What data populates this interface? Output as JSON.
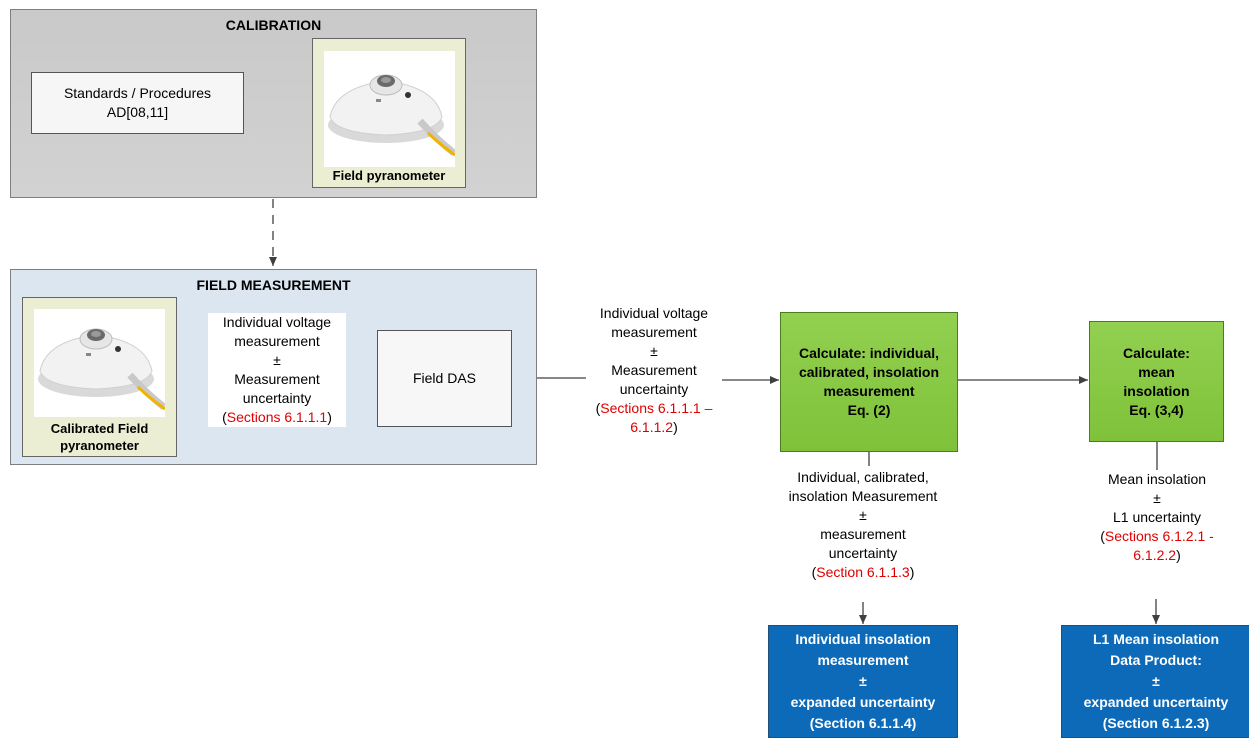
{
  "calibration": {
    "title": "CALIBRATION",
    "standards_line1": "Standards / Procedures",
    "standards_line2": "AD[08,11]",
    "pyranometer_caption": "Field pyranometer"
  },
  "field": {
    "title": "FIELD MEASUREMENT",
    "pyranometer_caption_line1": "Calibrated Field",
    "pyranometer_caption_line2": "pyranometer",
    "voltage_lines": [
      "Individual voltage",
      "measurement",
      "±",
      "Measurement",
      "uncertainty"
    ],
    "voltage_ref_open": "(",
    "voltage_ref": "Sections 6.1.1.1",
    "voltage_ref_close": ")",
    "das_label": "Field DAS"
  },
  "das_output": {
    "lines": [
      "Individual voltage",
      "measurement",
      "±",
      "Measurement",
      "uncertainty"
    ],
    "ref_open": "(",
    "ref_line1": "Sections 6.1.1.1 –",
    "ref_line2": "6.1.1.2",
    "ref_close": ")"
  },
  "calc_individual": {
    "lines": [
      "Calculate: individual,",
      "calibrated, insolation",
      "measurement",
      "Eq. (2)"
    ]
  },
  "calc_mean": {
    "lines": [
      "Calculate:",
      "mean",
      "insolation",
      "Eq. (3,4)"
    ]
  },
  "individual_output": {
    "lines": [
      "Individual, calibrated,",
      "insolation Measurement",
      "±",
      "measurement",
      "uncertainty"
    ],
    "ref_open": "(",
    "ref": "Section 6.1.1.3",
    "ref_close": ")"
  },
  "mean_output": {
    "lines": [
      "Mean insolation",
      "±",
      "L1  uncertainty"
    ],
    "ref_open": "(",
    "ref_line1": "Sections 6.1.2.1 -",
    "ref_line2": "6.1.2.2",
    "ref_close": ")"
  },
  "product_individual": {
    "lines": [
      "Individual insolation",
      "measurement",
      "±",
      "expanded uncertainty",
      "(Section 6.1.1.4)"
    ]
  },
  "product_mean": {
    "lines": [
      "L1 Mean insolation",
      "Data Product:",
      "±",
      "expanded uncertainty",
      "(Section 6.1.2.3)"
    ]
  },
  "colors": {
    "calc_box": "#92d050",
    "product_box": "#0d6ab8",
    "reference_text": "#e00000",
    "field_panel": "#dbe6f1",
    "calibration_panel": "#cccccc"
  }
}
